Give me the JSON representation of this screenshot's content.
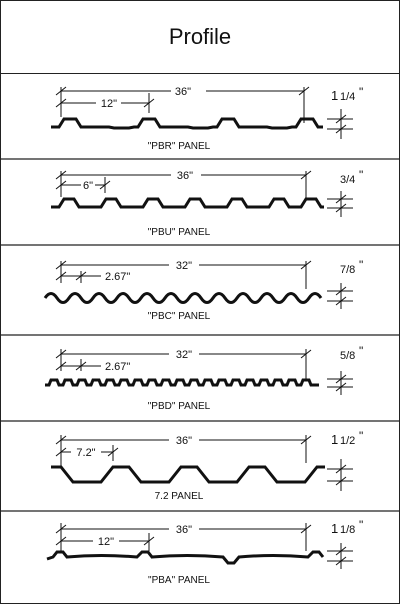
{
  "header": {
    "title": "Profile"
  },
  "panels": [
    {
      "name": "\"PBR\" PANEL",
      "overall": "36\"",
      "rib": "12\"",
      "height_whole": "1",
      "height_frac": "1/4",
      "height_mark": "\""
    },
    {
      "name": "\"PBU\" PANEL",
      "overall": "36\"",
      "rib": "6\"",
      "height_whole": "",
      "height_frac": "3/4",
      "height_mark": "\""
    },
    {
      "name": "\"PBC\" PANEL",
      "overall": "32\"",
      "rib": "2.67\"",
      "height_whole": "",
      "height_frac": "7/8",
      "height_mark": "\""
    },
    {
      "name": "\"PBD\" PANEL",
      "overall": "32\"",
      "rib": "2.67\"",
      "height_whole": "",
      "height_frac": "5/8",
      "height_mark": "\""
    },
    {
      "name": "7.2 PANEL",
      "overall": "36\"",
      "rib": "7.2\"",
      "height_whole": "1",
      "height_frac": "1/2",
      "height_mark": "\""
    },
    {
      "name": "\"PBA\" PANEL",
      "overall": "36\"",
      "rib": "12\"",
      "height_whole": "1",
      "height_frac": "1/8",
      "height_mark": "\""
    }
  ]
}
